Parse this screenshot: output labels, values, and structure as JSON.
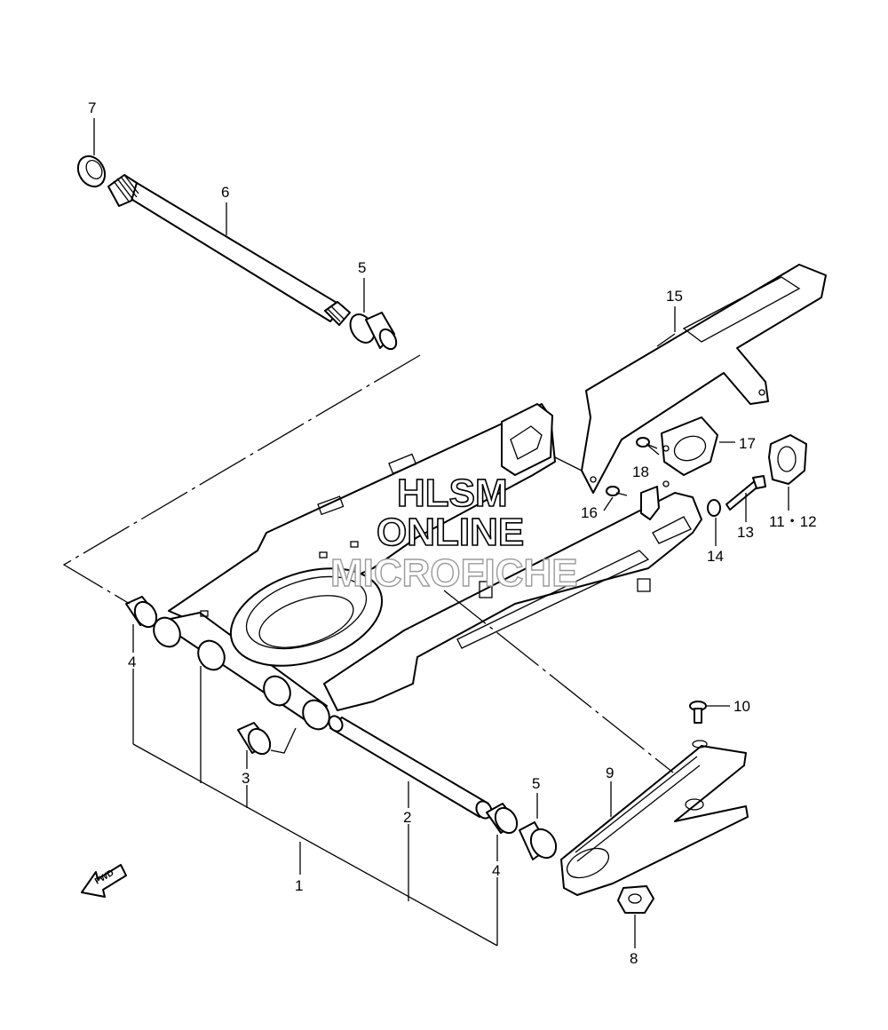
{
  "diagram": {
    "watermark": {
      "line1": "HLSM",
      "line2": "ONLINE",
      "line3": "MICROFICHE"
    },
    "fwd_arrow_text": "FWD",
    "callouts": {
      "c1": "1",
      "c2": "2",
      "c3": "3",
      "c4a": "4",
      "c4b": "4",
      "c5a": "5",
      "c5b": "5",
      "c6": "6",
      "c7": "7",
      "c8": "8",
      "c9": "9",
      "c10": "10",
      "c11_12": "11・12",
      "c13": "13",
      "c14": "14",
      "c15": "15",
      "c16": "16",
      "c17": "17",
      "c18": "18"
    }
  }
}
